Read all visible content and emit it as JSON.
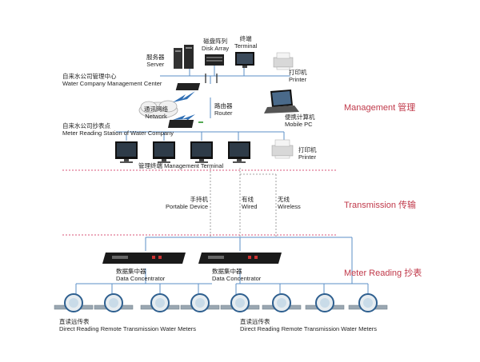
{
  "management": {
    "center_cn": "自来水公司管理中心",
    "center_en": "Water Company Management Center",
    "server_cn": "服务器",
    "server_en": "Server",
    "disk_cn": "磁盘阵列",
    "disk_en": "Disk Array",
    "terminal_cn": "终端",
    "terminal_en": "Terminal",
    "printer1_cn": "打印机",
    "printer1_en": "Printer",
    "network_cn": "通讯网络",
    "network_en": "Network",
    "router_cn": "路由器",
    "router_en": "Router",
    "mobilepc_cn": "便携计算机",
    "mobilepc_en": "Mobile PC",
    "station_cn": "自来水公司抄表点",
    "station_en": "Meter Reading Station of Water Company",
    "mgmt_term_cn": "管理终端",
    "mgmt_term_en": "Management Terminal",
    "printer2_cn": "打印机",
    "printer2_en": "Printer",
    "section": "Management  管理"
  },
  "transmission": {
    "portable_cn": "手持机",
    "portable_en": "Portable Device",
    "wired_cn": "有线",
    "wired_en": "Wired",
    "wireless_cn": "无线",
    "wireless_en": "Wireless",
    "section": "Transmission  传输"
  },
  "meter_reading": {
    "conc1_cn": "数据集中器",
    "conc1_en": "Data Concentrator",
    "conc2_cn": "数据集中器",
    "conc2_en": "Data Concentrator",
    "meters1_cn": "直读远传表",
    "meters1_en": "Direct Reading Remote Transmission Water Meters",
    "meters2_cn": "直读远传表",
    "meters2_en": "Direct Reading Remote Transmission Water Meters",
    "section": "Meter Reading  抄表"
  },
  "colors": {
    "accent": "#c0394a",
    "line": "#5b8fc7",
    "divider": "#d9567a"
  }
}
